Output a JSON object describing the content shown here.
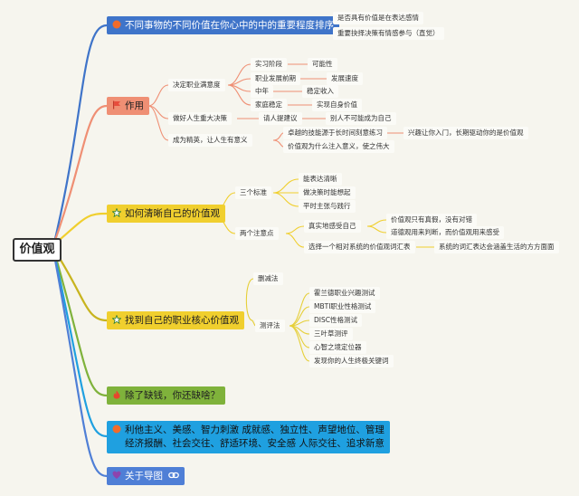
{
  "root": "价值观",
  "b1": {
    "title": "不同事物的不同价值在你心中的中的重要程度排序",
    "leaves": [
      "是否具有价值是在表达感情",
      "重要抉择决策有情感参与（直觉）"
    ]
  },
  "b2": {
    "title": "作用",
    "g1": {
      "label": "决定职业满意度",
      "items": [
        {
          "k": "实习阶段",
          "v": "可能性"
        },
        {
          "k": "职业发展前期",
          "v": "发展速度"
        },
        {
          "k": "中年",
          "v": "稳定收入"
        },
        {
          "k": "家庭稳定",
          "v": "实现自身价值"
        }
      ]
    },
    "g2": {
      "label": "做好人生重大决策",
      "k": "请人提建议",
      "v": "别人不可能成为自己"
    },
    "g3": {
      "label": "成为精英，让人生有意义",
      "a": "卓越的技能源于长时间刻意练习",
      "a2": "兴趣让你入门，长期驱动你的是价值观",
      "b": "价值观为什么注入意义，使之伟大"
    }
  },
  "b3": {
    "title": "如何清晰自己的价值观",
    "g1": {
      "label": "三个标准",
      "items": [
        "能表达清晰",
        "做决策时能想起",
        "平时主张与践行"
      ]
    },
    "g2": {
      "label": "两个注意点",
      "a": "真实地感受自己",
      "a_items": [
        "价值观只有真假，没有对错",
        "道德观用来判断，而价值观用来感受"
      ],
      "b": "选择一个相对系统的价值观词汇表",
      "b2": "系统的词汇表达会涵盖生活的方方面面"
    }
  },
  "b4": {
    "title": "找到自己的职业核心价值观",
    "g1": "删减法",
    "g2": {
      "label": "测评法",
      "items": [
        "霍兰德职业兴趣测试",
        "MBTI职业性格测试",
        "DISC性格测试",
        "三叶草测评",
        "心智之境定位器",
        "发现你的人生终极关键词"
      ]
    }
  },
  "b5": {
    "title": "除了缺钱，你还缺啥？"
  },
  "b6": {
    "line1": "利他主义、美感、智力刺激 成就感、独立性、声望地位、管理",
    "line2": "经济报酬、社会交往、舒适环境、安全感 人际交往、追求新意"
  },
  "b7": {
    "title": "关于导图"
  },
  "colors": {
    "blue": "#3f74c9",
    "orange": "#ef8f74",
    "yellow": "#f0cf2e",
    "green": "#7fb23b",
    "cyan": "#1fa0e0"
  },
  "icons": {
    "b1": "circle-icon",
    "b2": "flag-icon",
    "b3": "star-icon",
    "b4": "star-icon",
    "b5": "fire-icon",
    "b6": "circle-icon",
    "b7": "heart-icon",
    "b7_link": "link-icon"
  }
}
